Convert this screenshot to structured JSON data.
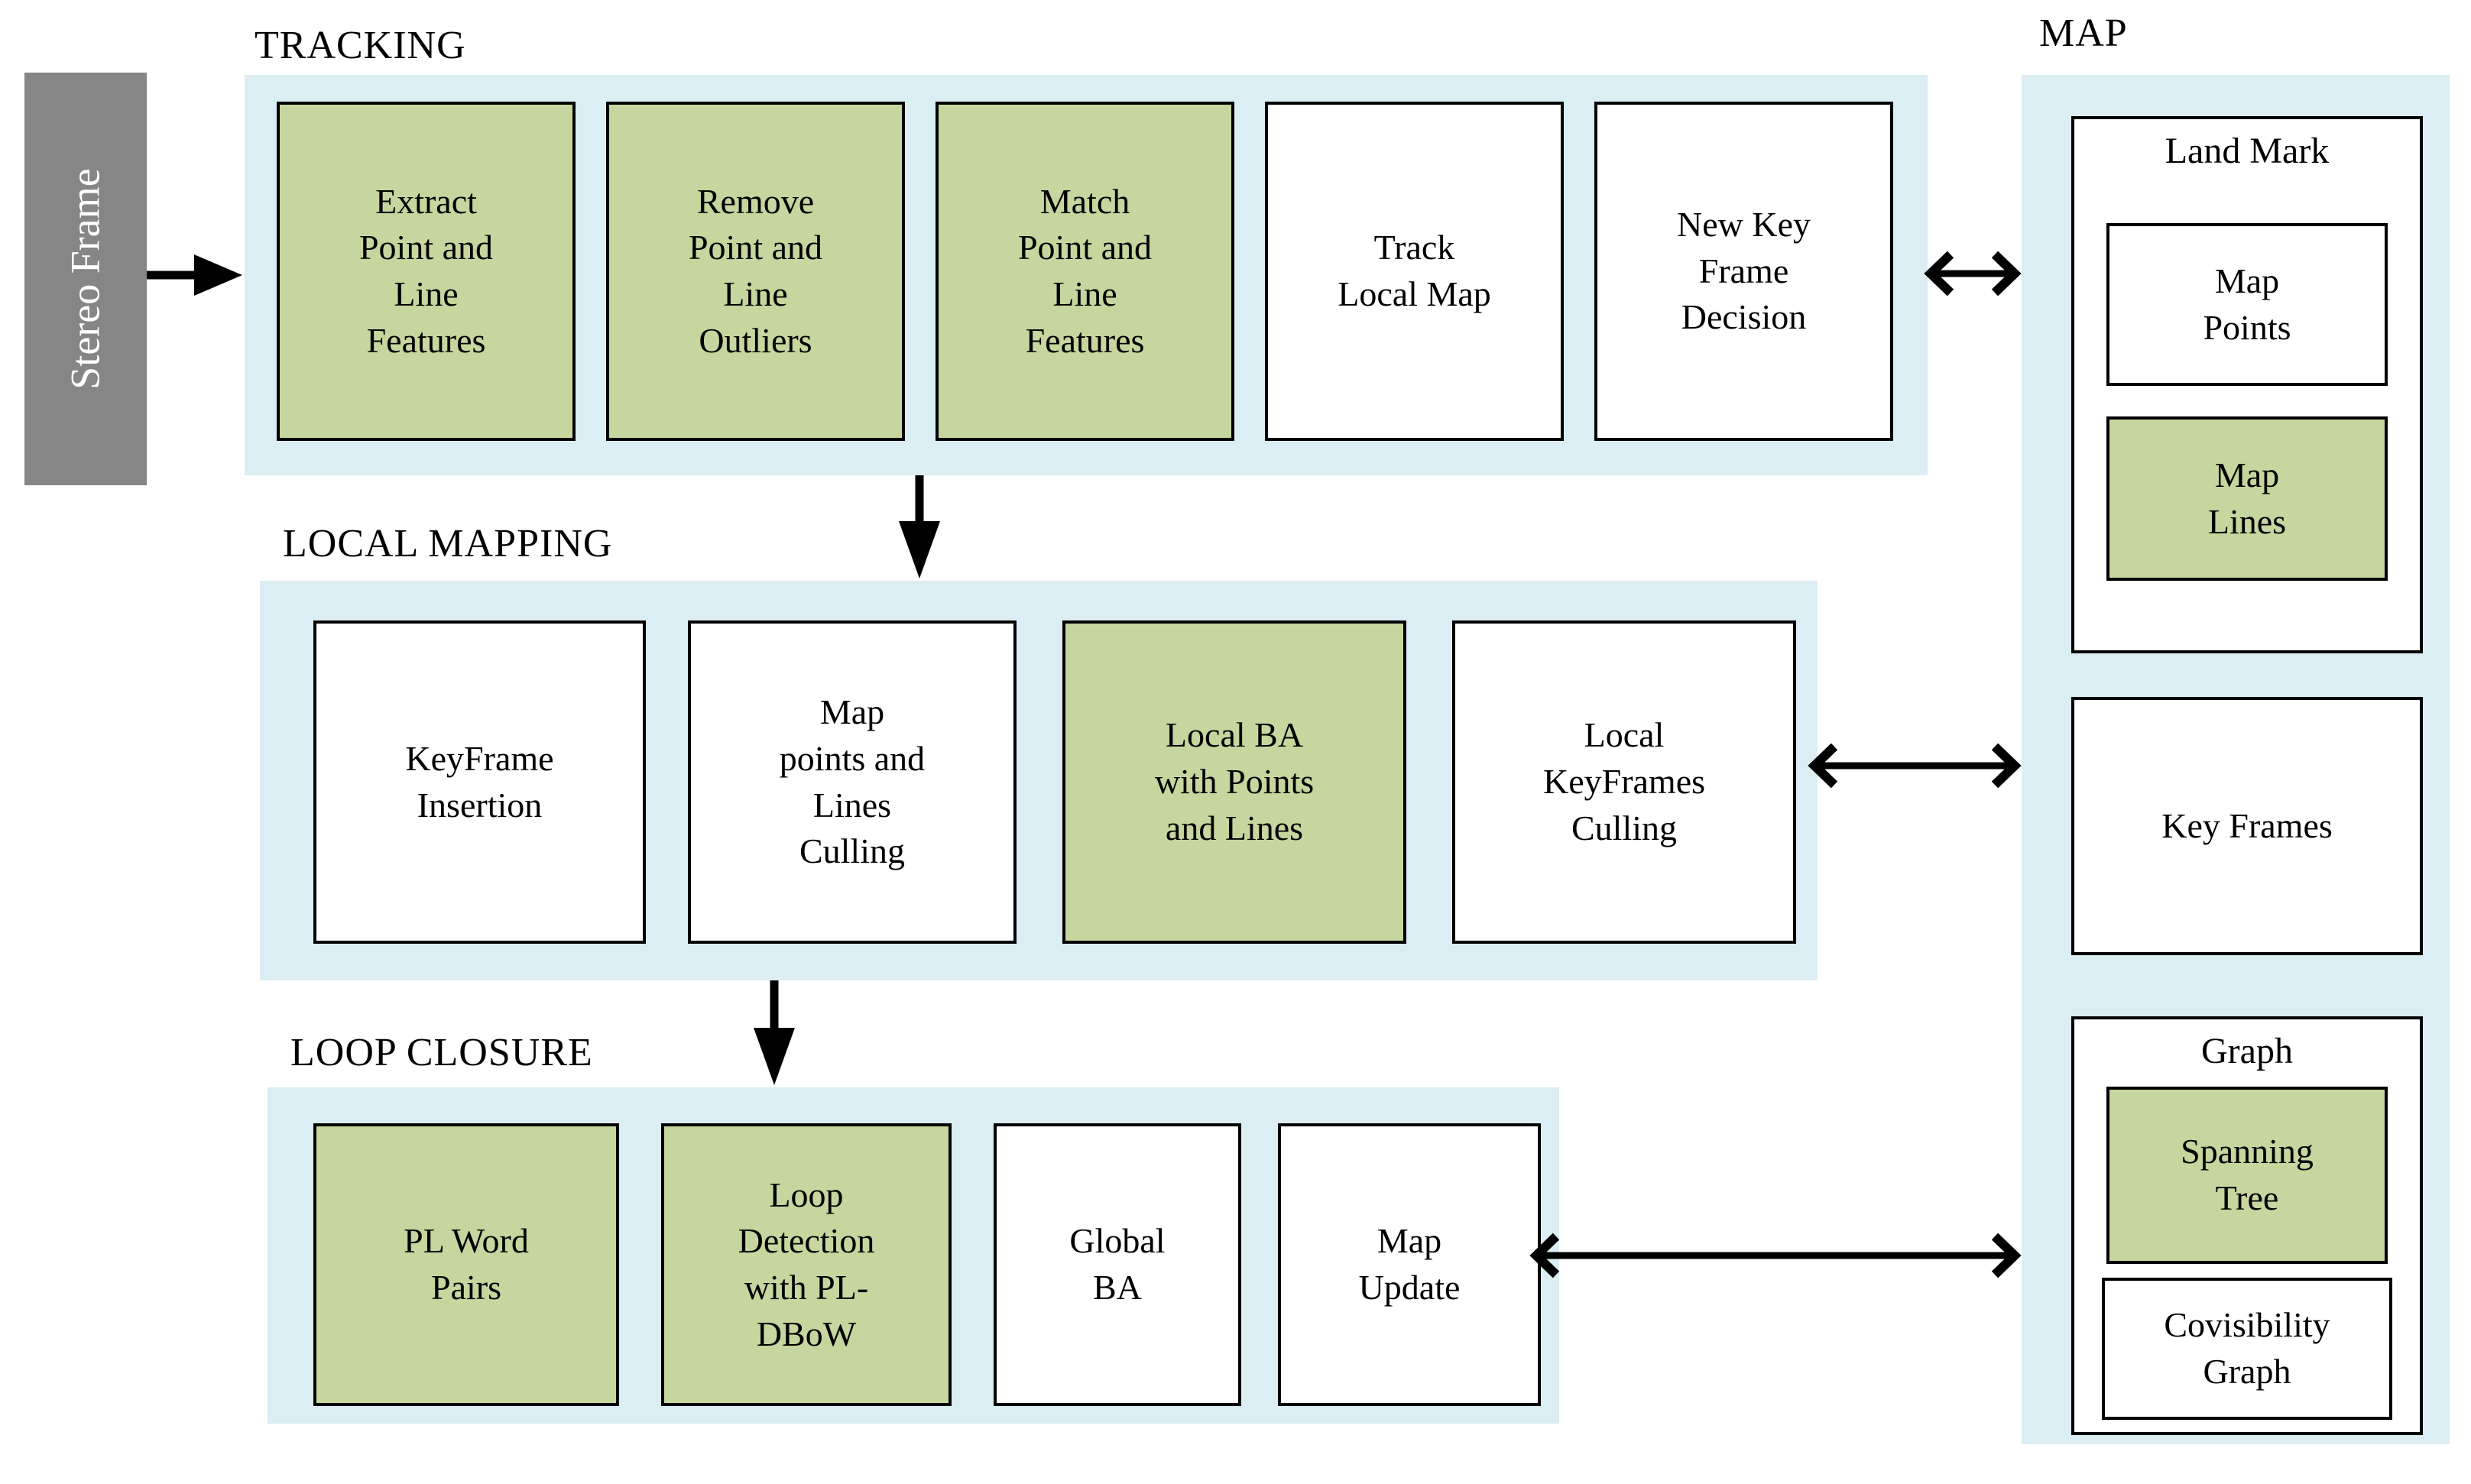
{
  "colors": {
    "section_bg": "#daeef3",
    "green": "#c5d69e",
    "gray": "#868686",
    "border": "#000000",
    "box_white": "#ffffff",
    "text": "#000000",
    "stereo_text": "#ffffff"
  },
  "stereo_frame": {
    "label": "Stereo Frame"
  },
  "tracking": {
    "title": "TRACKING",
    "boxes": [
      {
        "label": "Extract\nPoint and\nLine\nFeatures",
        "highlight": true
      },
      {
        "label": "Remove\nPoint and\nLine\nOutliers",
        "highlight": true
      },
      {
        "label": "Match\nPoint and\nLine\nFeatures",
        "highlight": true
      },
      {
        "label": "Track\nLocal Map",
        "highlight": false
      },
      {
        "label": "New Key\nFrame\nDecision",
        "highlight": false
      }
    ]
  },
  "local_mapping": {
    "title": "LOCAL MAPPING",
    "boxes": [
      {
        "label": "KeyFrame\nInsertion",
        "highlight": false
      },
      {
        "label": "Map\npoints and\nLines\nCulling",
        "highlight": false
      },
      {
        "label": "Local BA\nwith Points\nand Lines",
        "highlight": true
      },
      {
        "label": "Local\nKeyFrames\nCulling",
        "highlight": false
      }
    ]
  },
  "loop_closure": {
    "title": "LOOP CLOSURE",
    "boxes": [
      {
        "label": "PL Word\nPairs",
        "highlight": true
      },
      {
        "label": "Loop\nDetection\nwith PL-\nDBoW",
        "highlight": true
      },
      {
        "label": "Global\nBA",
        "highlight": false
      },
      {
        "label": "Map\nUpdate",
        "highlight": false
      }
    ]
  },
  "map": {
    "title": "MAP",
    "land_mark": {
      "title": "Land Mark",
      "items": [
        {
          "label": "Map\nPoints",
          "highlight": false
        },
        {
          "label": "Map\nLines",
          "highlight": true
        }
      ]
    },
    "key_frames": {
      "label": "Key Frames",
      "highlight": false
    },
    "graph": {
      "title": "Graph",
      "items": [
        {
          "label": "Spanning\nTree",
          "highlight": true
        },
        {
          "label": "Covisibility\nGraph",
          "highlight": false
        }
      ]
    }
  },
  "connections": [
    {
      "from": "Stereo Frame",
      "to": "TRACKING",
      "type": "one-way"
    },
    {
      "from": "New Key Frame Decision",
      "to": "MAP",
      "type": "two-way"
    },
    {
      "from": "TRACKING",
      "to": "LOCAL MAPPING",
      "type": "one-way"
    },
    {
      "from": "Local KeyFrames Culling",
      "to": "Key Frames",
      "type": "two-way"
    },
    {
      "from": "LOCAL MAPPING",
      "to": "LOOP CLOSURE",
      "type": "one-way"
    },
    {
      "from": "Map Update",
      "to": "MAP",
      "type": "two-way"
    }
  ]
}
